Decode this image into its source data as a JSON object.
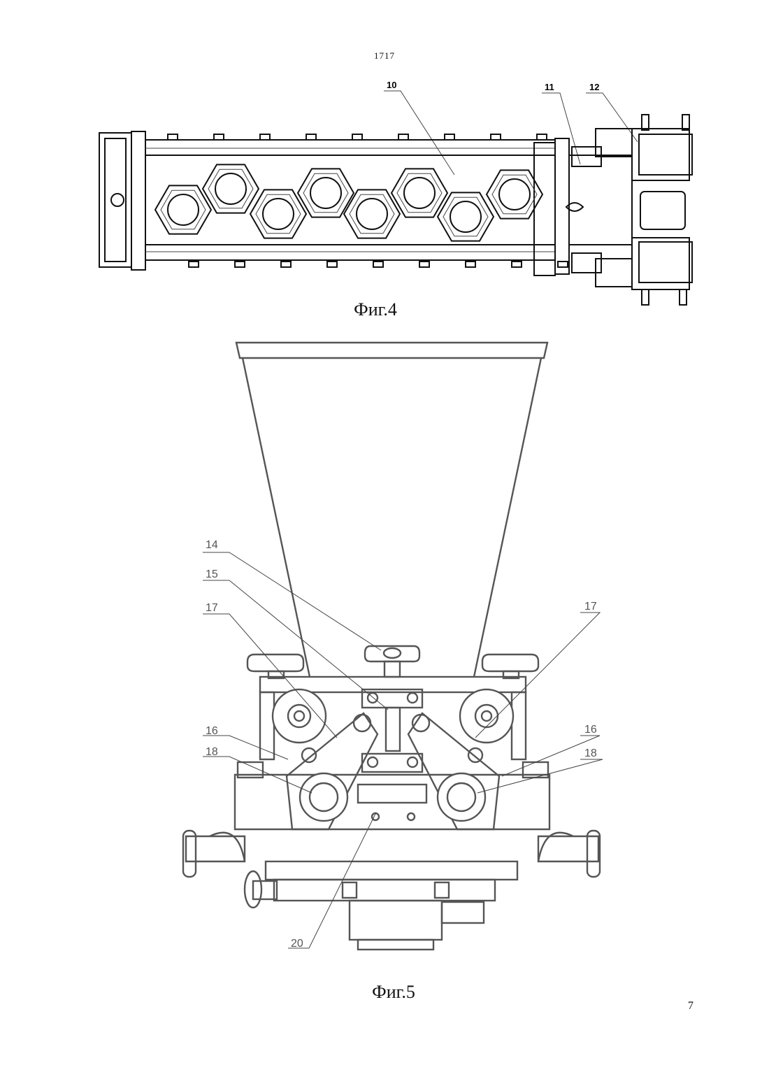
{
  "sheet": {
    "top_number": "1717",
    "bottom_page": "7"
  },
  "figure4": {
    "caption": "Фиг.4",
    "labels": {
      "l10": "10",
      "l11": "11",
      "l12": "12"
    }
  },
  "figure5": {
    "caption": "Фиг.5",
    "labels": {
      "l14": "14",
      "l15": "15",
      "l17a": "17",
      "l17b": "17",
      "l16a": "16",
      "l16b": "16",
      "l18a": "18",
      "l18b": "18",
      "l20": "20"
    }
  },
  "colors": {
    "line": "#111111",
    "drawing_grey": "#555555",
    "background": "#ffffff"
  }
}
